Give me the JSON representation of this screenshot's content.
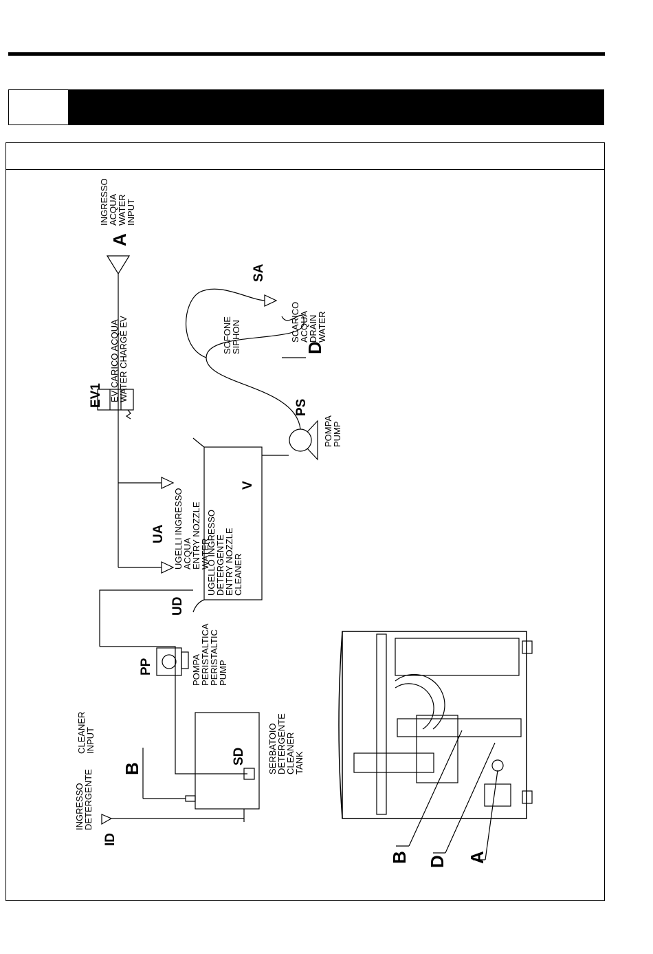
{
  "header": {
    "number": "",
    "title": ""
  },
  "components": [
    {
      "code": "A",
      "lines": [
        "INGRESSO",
        "ACQUA",
        "WATER",
        "INPUT"
      ]
    },
    {
      "code": "EV1",
      "lines": [
        "EV CARICO ACQUA",
        "WATER CHARGE EV"
      ]
    },
    {
      "code": "SA",
      "lines": [
        "SCARICO",
        "ACQUA",
        "DRAIN",
        "WATER"
      ]
    },
    {
      "code": "D",
      "lines": [
        "SOFONE",
        "SIPHON"
      ]
    },
    {
      "code": "PS",
      "lines": [
        "POMPA",
        "PUMP"
      ]
    },
    {
      "code": "V",
      "lines": []
    },
    {
      "code": "UA",
      "lines": [
        "UGELLI INGRESSO",
        "ACQUA",
        "ENTRY NOZZLE",
        "WATER"
      ]
    },
    {
      "code": "UD",
      "lines": [
        "UGELLO INGRESSO",
        "DETERGENTE",
        "ENTRY NOZZLE",
        "CLEANER"
      ]
    },
    {
      "code": "PP",
      "lines": [
        "POMPA",
        "PERISTALTICA",
        "PERISTALTIC",
        "PUMP"
      ]
    },
    {
      "code": "B",
      "lines": [
        "CLEANER",
        "INPUT"
      ]
    },
    {
      "code": "SD",
      "lines": [
        "SERBATOIO",
        "DETERGENTE",
        "CLEANER",
        "TANK"
      ]
    },
    {
      "code": "ID",
      "lines": [
        "INGRESSO",
        "DETERGENTE"
      ]
    }
  ],
  "callouts": [
    "B",
    "D",
    "A"
  ]
}
